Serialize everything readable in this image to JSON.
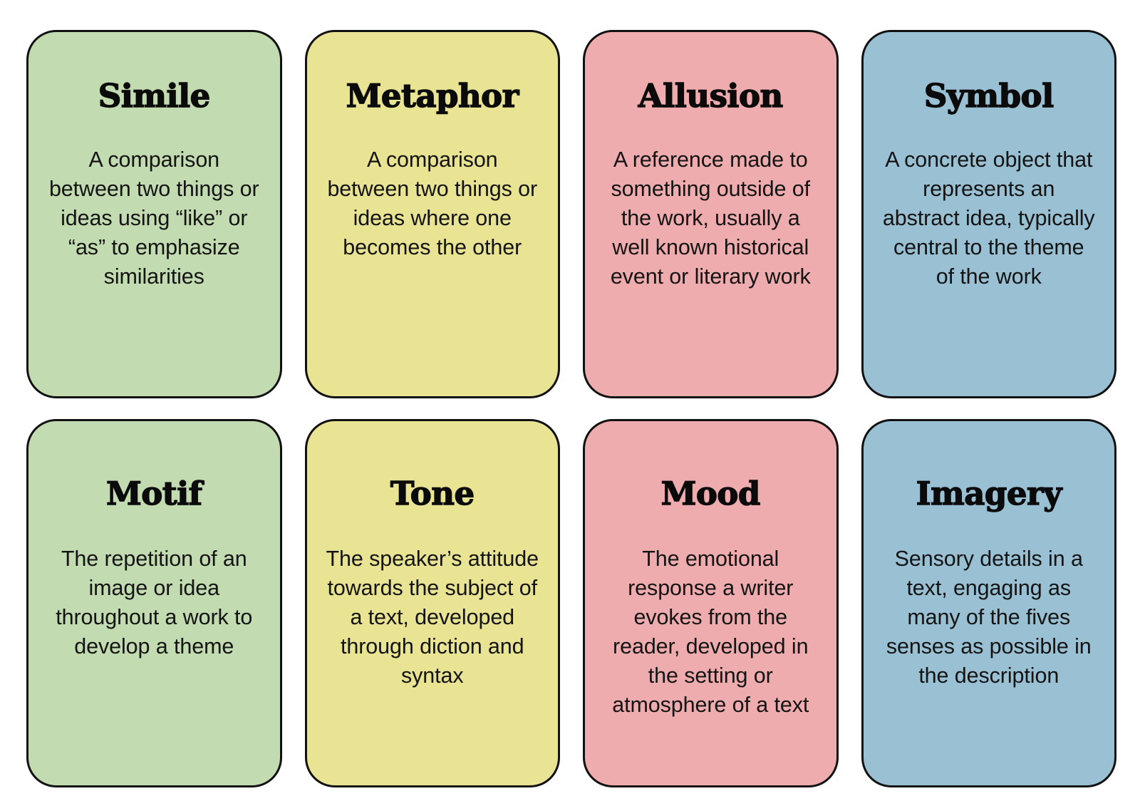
{
  "page": {
    "title": "Literary Devices Reference Cards",
    "background_color": "#FFFFFF",
    "columns": 4,
    "rows": 2
  },
  "palette": {
    "green": "#C3DBB0",
    "yellow": "#E9E394",
    "pink": "#EFACAE",
    "blue": "#9AC0D3",
    "border": "#111111",
    "text": "#141414"
  },
  "cards": [
    {
      "title": "Simile",
      "body": "A comparison between two things or ideas using “like” or “as” to emphasize similarities",
      "color_name": "green",
      "color": "#C3DBB0",
      "row": 1,
      "column": 1
    },
    {
      "title": "Metaphor",
      "body": "A comparison between two things or ideas where one becomes the other",
      "color_name": "yellow",
      "color": "#E9E394",
      "row": 1,
      "column": 2
    },
    {
      "title": "Allusion",
      "body": "A reference made to something outside of the work, usually a well known historical event or literary work",
      "color_name": "pink",
      "color": "#EFACAE",
      "row": 1,
      "column": 3
    },
    {
      "title": "Symbol",
      "body": "A concrete object that represents an abstract idea, typically central to the theme of the work",
      "color_name": "blue",
      "color": "#9AC0D3",
      "row": 1,
      "column": 4
    },
    {
      "title": "Motif",
      "body": "The repetition of an image or idea throughout a work to develop a theme",
      "color_name": "green",
      "color": "#C3DBB0",
      "row": 2,
      "column": 1
    },
    {
      "title": "Tone",
      "body": "The speaker’s attitude towards the subject of a text, developed through diction and syntax",
      "color_name": "yellow",
      "color": "#E9E394",
      "row": 2,
      "column": 2
    },
    {
      "title": "Mood",
      "body": "The emotional response a writer evokes from the reader, developed in the setting or atmosphere of a text",
      "color_name": "pink",
      "color": "#EFACAE",
      "row": 2,
      "column": 3
    },
    {
      "title": "Imagery",
      "body": "Sensory details in a text, engaging as many of the fives senses as possible in the description",
      "color_name": "blue",
      "color": "#9AC0D3",
      "row": 2,
      "column": 4
    }
  ]
}
